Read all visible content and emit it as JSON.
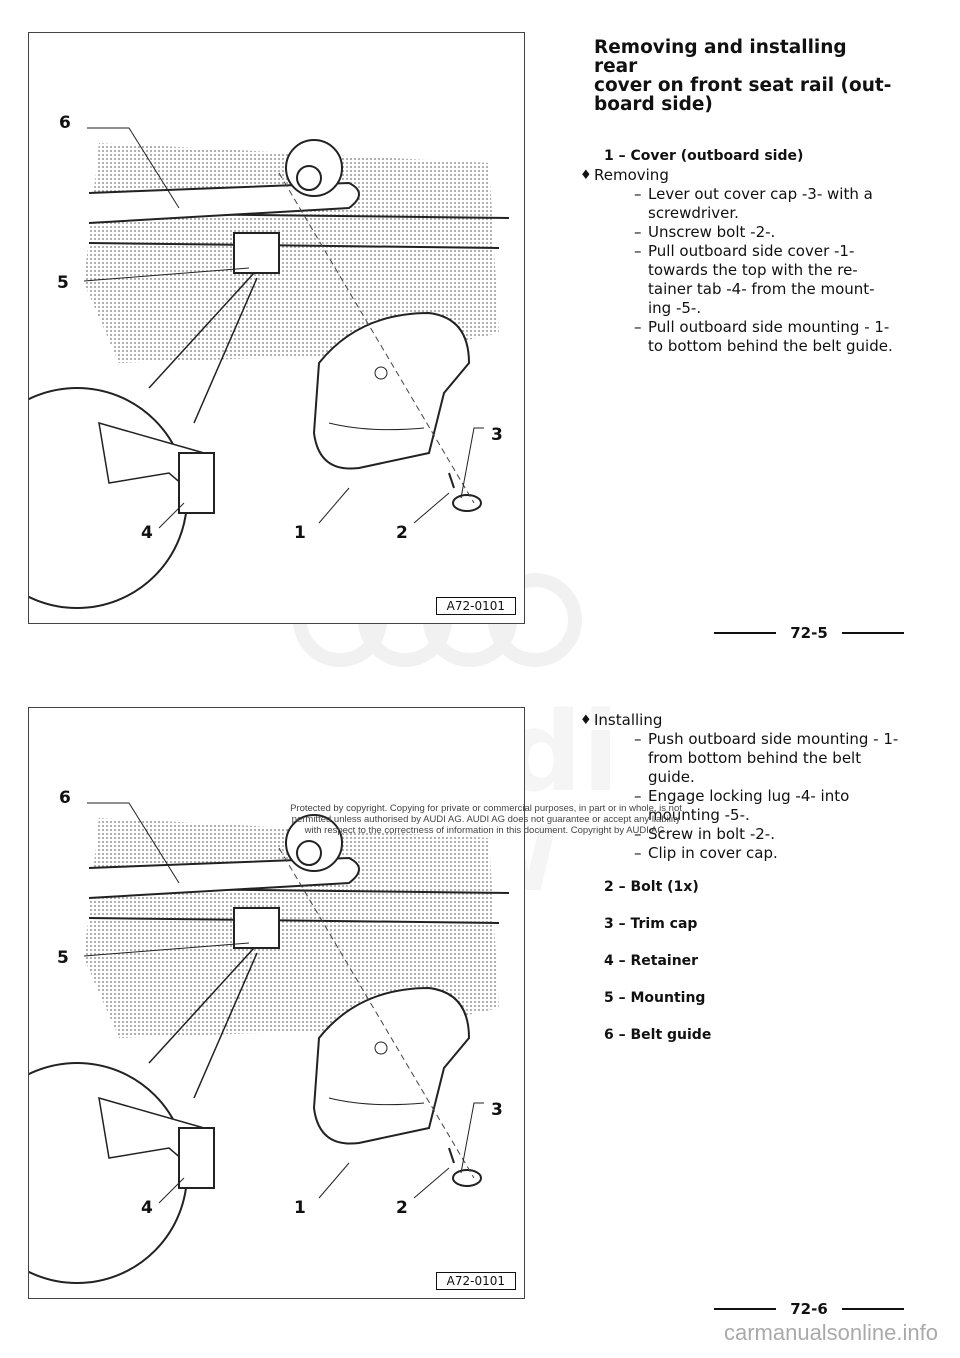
{
  "title": "Removing and installing rear cover on front seat rail (out- board side)",
  "title_lines": [
    "Removing and installing rear",
    "cover on front seat rail (out-",
    "board side)"
  ],
  "figure": {
    "code": "A72-0101",
    "callouts": [
      "1",
      "2",
      "3",
      "4",
      "5",
      "6"
    ]
  },
  "item1": {
    "heading": "1 – Cover (outboard side)",
    "removing_label": "Removing",
    "removing_steps": [
      "Lever out cover cap -3- with a screwdriver.",
      "Unscrew bolt -2-.",
      "Pull outboard side cover -1- towards the top with the re- tainer tab -4- from the mount- ing -5-.",
      "Pull outboard side mounting - 1- to bottom behind the belt guide."
    ],
    "installing_label": "Installing",
    "installing_steps": [
      "Push outboard side mounting - 1- from bottom behind the belt guide.",
      "Engage locking lug -4- into mounting -5-.",
      "Screw in bolt -2-.",
      "Clip in cover cap."
    ]
  },
  "items": [
    "2 – Bolt (1x)",
    "3 – Trim cap",
    "4 – Retainer",
    "5 – Mounting",
    "6 – Belt guide"
  ],
  "page_numbers": [
    "72-5",
    "72-6"
  ],
  "watermark": [
    "Protected by copyright. Copying for private or commercial purposes, in part or in whole, is not",
    "permitted unless authorised by AUDI AG. AUDI AG does not guarantee or accept any liability",
    "with respect to the correctness of information in this document. Copyright by AUDI AG."
  ],
  "footer_url": "carmanualsonline.info"
}
